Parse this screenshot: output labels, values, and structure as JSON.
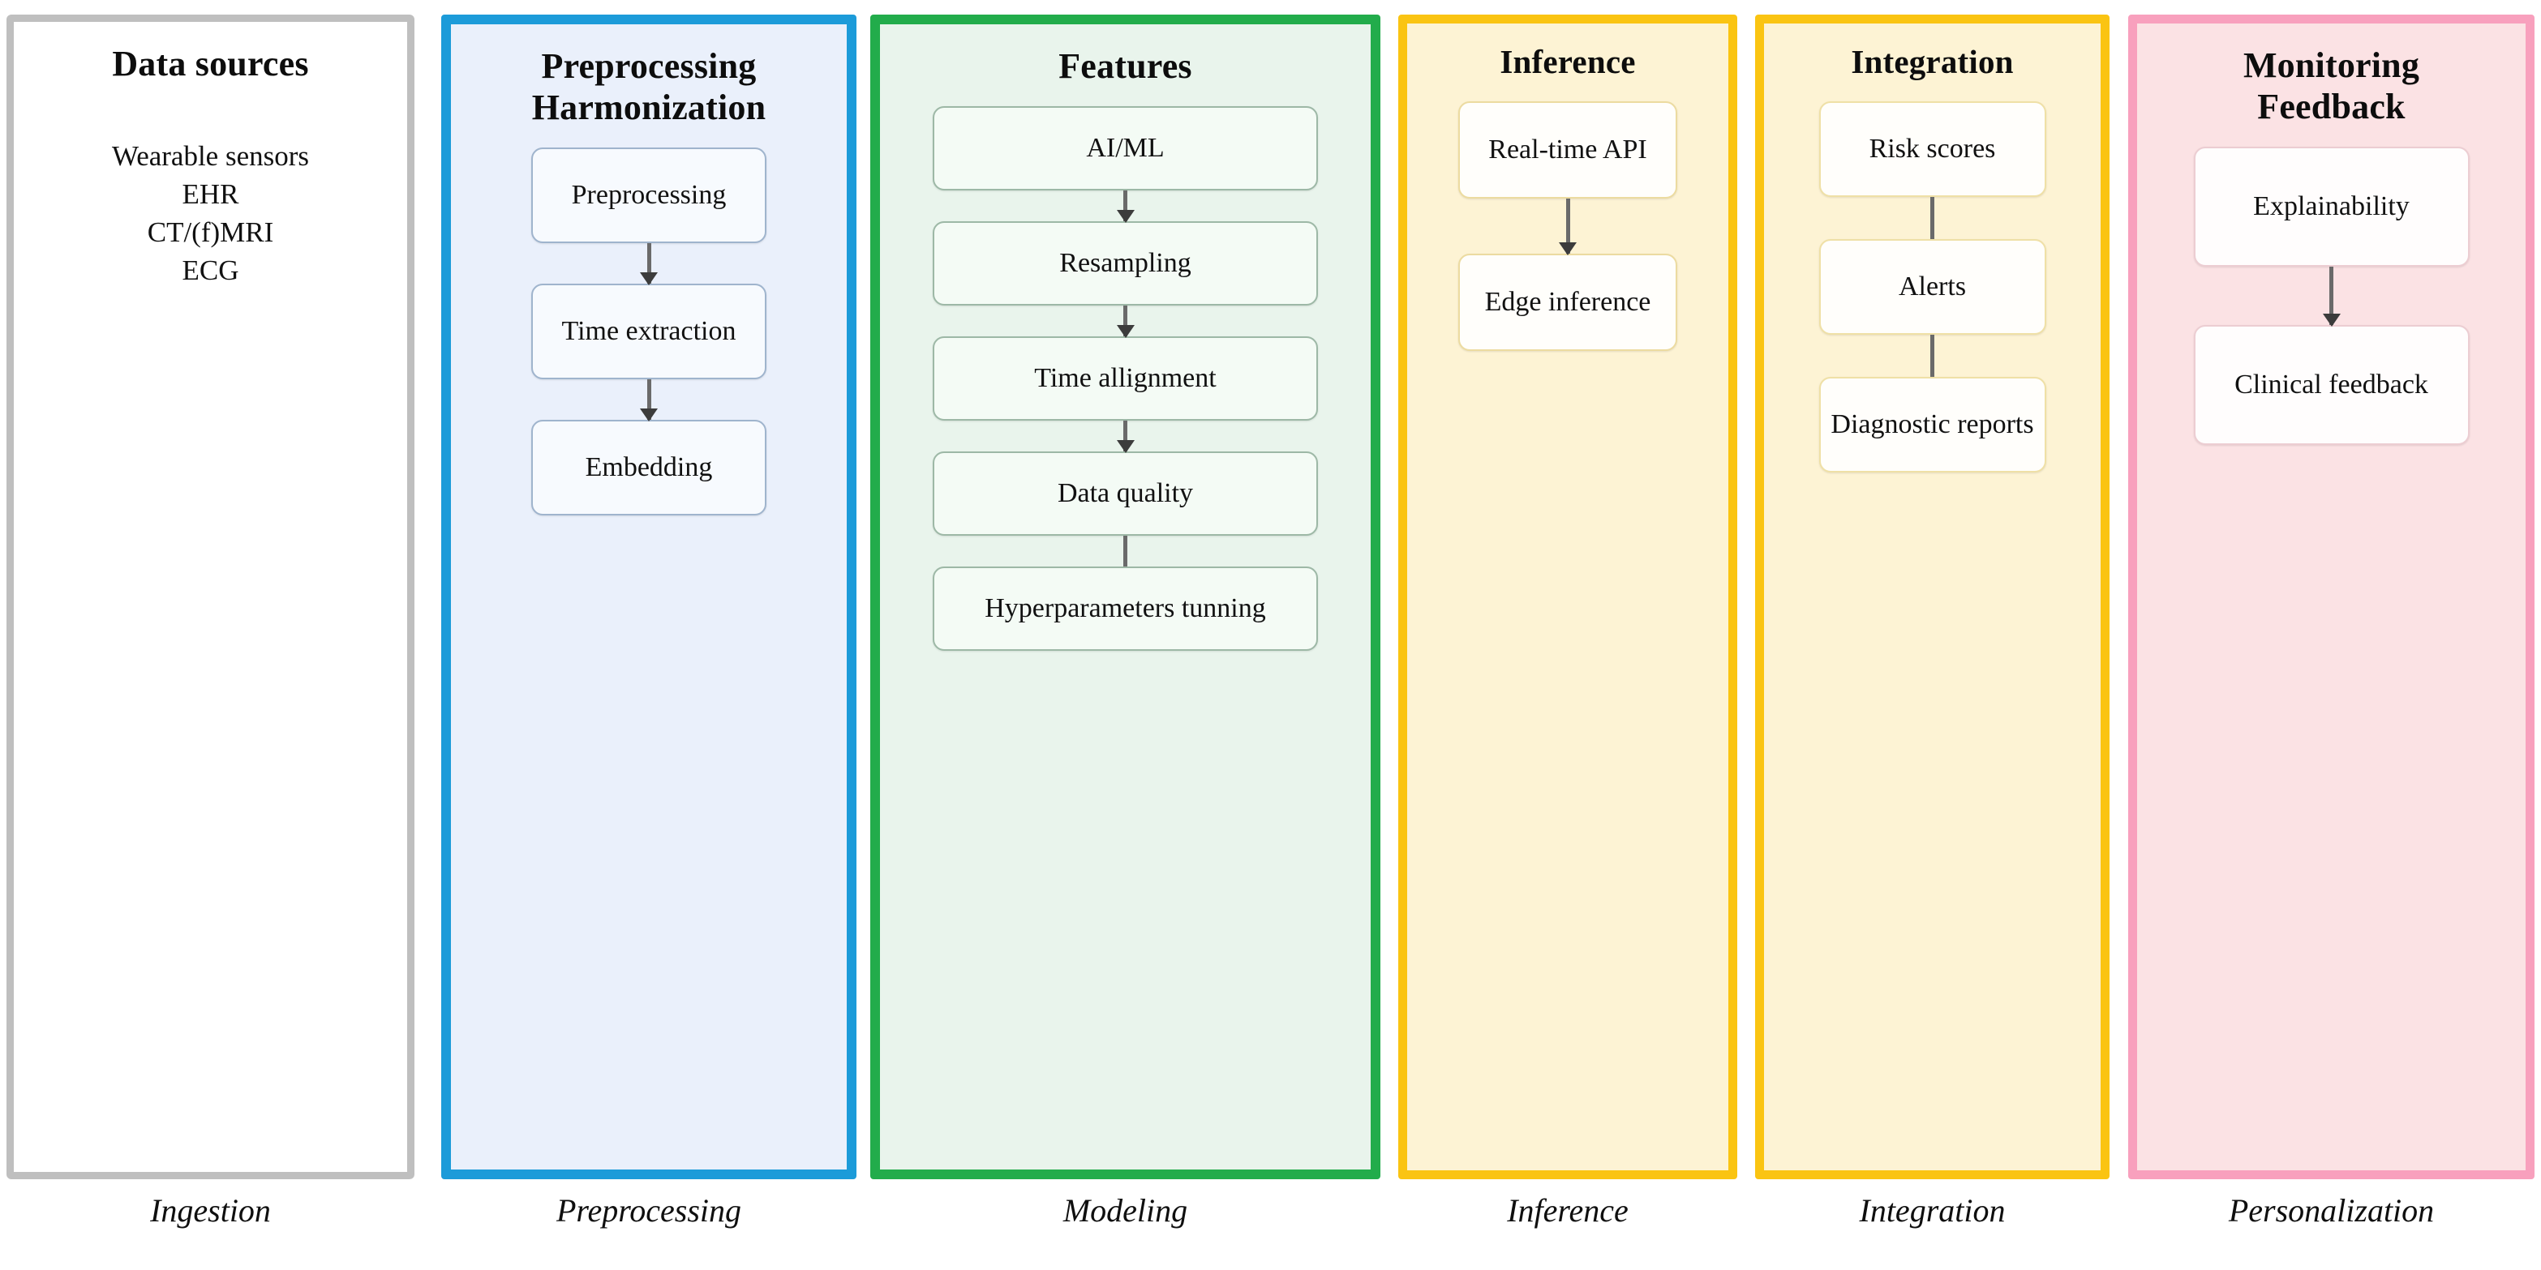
{
  "diagram": {
    "type": "pipeline-flow",
    "columns": [
      {
        "id": "data-sources",
        "title": "Data sources",
        "accent": "#bfbfbf",
        "fill": "#ffffff",
        "caption": "Ingestion",
        "list": [
          "Wearable sensors",
          "EHR",
          "CT/(f)MRI",
          "ECG"
        ],
        "nodes": []
      },
      {
        "id": "preprocessing-harmonization",
        "title": "Preprocessing\nHarmonization",
        "title_line1": "Preprocessing",
        "title_line2": "Harmonization",
        "accent": "#1c9bd9",
        "fill": "#eaf0fb",
        "caption": "Preprocessing",
        "list": [],
        "nodes": [
          "Preprocessing",
          "Time extraction",
          "Embedding"
        ]
      },
      {
        "id": "features",
        "title": "Features",
        "accent": "#22ac4b",
        "fill": "#e9f4ec",
        "caption": "Modeling",
        "list": [],
        "nodes": [
          "AI/ML",
          "Resampling",
          "Time allignment",
          "Data quality",
          "Hyperparameters tunning"
        ]
      },
      {
        "id": "inference",
        "title": "Inference",
        "accent": "#fac412",
        "fill": "#fdf3d4",
        "caption": "Inference",
        "list": [],
        "nodes": [
          "Real-time API",
          "Edge inference"
        ]
      },
      {
        "id": "integration",
        "title": "Integration",
        "accent": "#fac412",
        "fill": "#fdf3d4",
        "caption": "Integration",
        "list": [],
        "nodes": [
          "Risk scores",
          "Alerts",
          "Diagnostic reports"
        ]
      },
      {
        "id": "monitoring-feedback",
        "title": "Monitoring\nFeedback",
        "title_line1": "Monitoring",
        "title_line2": "Feedback",
        "accent": "#f8a0bd",
        "fill": "#fbe2e4",
        "caption": "Personalization",
        "list": [],
        "nodes": [
          "Explainability",
          "Clinical feedback"
        ]
      }
    ]
  }
}
